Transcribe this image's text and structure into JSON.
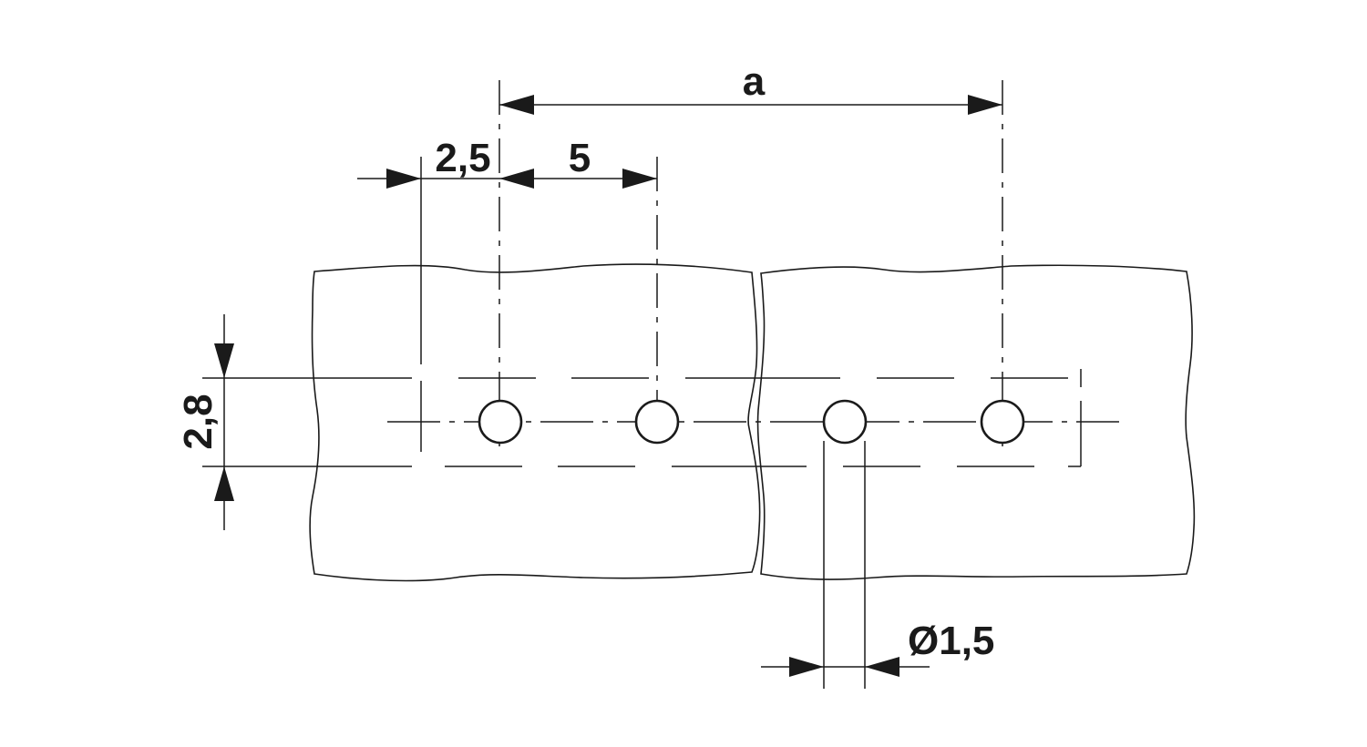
{
  "labels": {
    "pitch_a": "a",
    "edge_offset": "2,5",
    "pitch": "5",
    "row_spacing": "2,8",
    "hole_diameter": "Ø1,5"
  }
}
